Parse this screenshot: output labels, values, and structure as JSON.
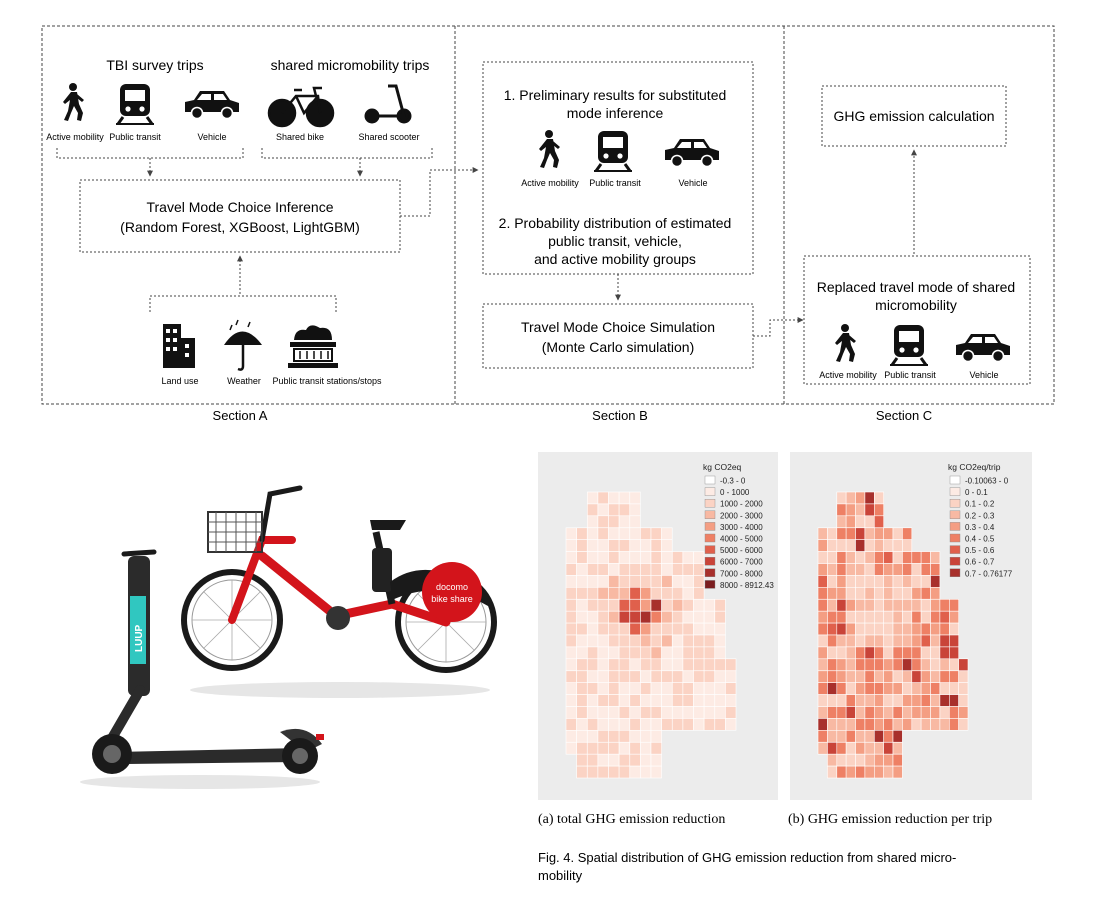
{
  "sectionA": {
    "label": "Section A",
    "tbi_title": "TBI survey trips",
    "micro_title": "shared micromobility trips",
    "tbi_icons": [
      "Active mobility",
      "Public transit",
      "Vehicle"
    ],
    "micro_icons": [
      "Shared bike",
      "Shared scooter"
    ],
    "inference_line1": "Travel Mode Choice Inference",
    "inference_line2": "(Random Forest, XGBoost, LightGBM)",
    "context_icons": [
      "Land use",
      "Weather",
      "Public transit stations/stops"
    ]
  },
  "sectionB": {
    "label": "Section B",
    "step1_line1": "1. Preliminary results for substituted",
    "step1_line2": "mode inference",
    "icons": [
      "Active mobility",
      "Public transit",
      "Vehicle"
    ],
    "step2_line1": "2. Probability distribution of estimated",
    "step2_line2": "public transit, vehicle,",
    "step2_line3": "and active mobility groups",
    "sim_line1": "Travel Mode Choice Simulation",
    "sim_line2": "(Monte Carlo simulation)"
  },
  "sectionC": {
    "label": "Section C",
    "ghg": "GHG emission calculation",
    "replaced_line1": "Replaced travel mode of shared",
    "replaced_line2": "micromobility",
    "icons": [
      "Active mobility",
      "Public transit",
      "Vehicle"
    ]
  },
  "photo": {
    "scooter_brand": "LUUP",
    "bike_badge_line1": "docomo",
    "bike_badge_line2": "bike share"
  },
  "maps": {
    "left": {
      "legend_title": "kg CO2eq",
      "legend": [
        "-0.3 - 0",
        "0 - 1000",
        "1000 - 2000",
        "2000 - 3000",
        "3000 - 4000",
        "4000 - 5000",
        "5000 - 6000",
        "6000 - 7000",
        "7000 - 8000",
        "8000 - 8912.43"
      ],
      "caption": "(a)  total GHG emission reduction"
    },
    "right": {
      "legend_title": "kg CO2eq/trip",
      "legend": [
        "-0.10063 - 0",
        "0 - 0.1",
        "0.1 - 0.2",
        "0.2 - 0.3",
        "0.3 - 0.4",
        "0.4 - 0.5",
        "0.5 - 0.6",
        "0.6 - 0.7",
        "0.7 - 0.76177"
      ],
      "caption": "(b)  GHG emission reduction per trip"
    },
    "legend_colors": [
      "#ffffff",
      "#fdebe4",
      "#fbd3c4",
      "#f8b9a3",
      "#f49e83",
      "#ee8065",
      "#e0604c",
      "#c94439",
      "#a8302c",
      "#7a1d1f"
    ],
    "figure_caption_line1": "Fig. 4.  Spatial distribution of GHG emission reduction from shared micro-",
    "figure_caption_line2": "mobility"
  },
  "colors": {
    "frame": "#444444",
    "map_bg": "#ececec",
    "bike_red": "#d3141b"
  }
}
